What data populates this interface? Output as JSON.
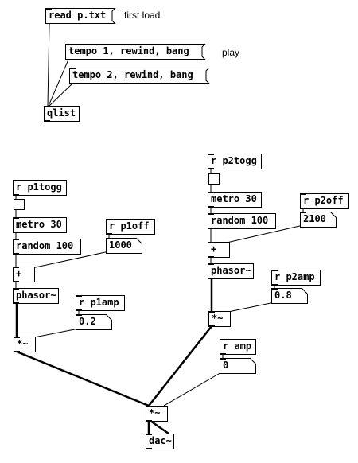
{
  "window": {
    "title": ""
  },
  "comments": {
    "first_load": "first load",
    "play": "play"
  },
  "messages": {
    "read": "read p.txt",
    "tempo1": "tempo 1, rewind, bang",
    "tempo2": "tempo 2, rewind, bang"
  },
  "objects": {
    "qlist": "qlist",
    "r_p1togg": "r p1togg",
    "metro1": "metro 30",
    "random1": "random 100",
    "r_p1off": "r p1off",
    "plus1": "+",
    "phasor1": "phasor~",
    "r_p1amp": "r p1amp",
    "mul1": "*~",
    "r_p2togg": "r p2togg",
    "metro2": "metro 30",
    "random2": "random 100",
    "r_p2off": "r p2off",
    "plus2": "+",
    "phasor2": "phasor~",
    "r_p2amp": "r p2amp",
    "mul2": "*~",
    "r_amp": "r amp",
    "mul_master": "*~",
    "dac": "dac~"
  },
  "number_boxes": {
    "p1off_value": "1000",
    "p1amp_value": "0.2",
    "p2off_value": "2100",
    "p2amp_value": "0.8",
    "amp_value": "0"
  },
  "colors": {
    "background": "#ffffff",
    "ink": "#000000"
  }
}
